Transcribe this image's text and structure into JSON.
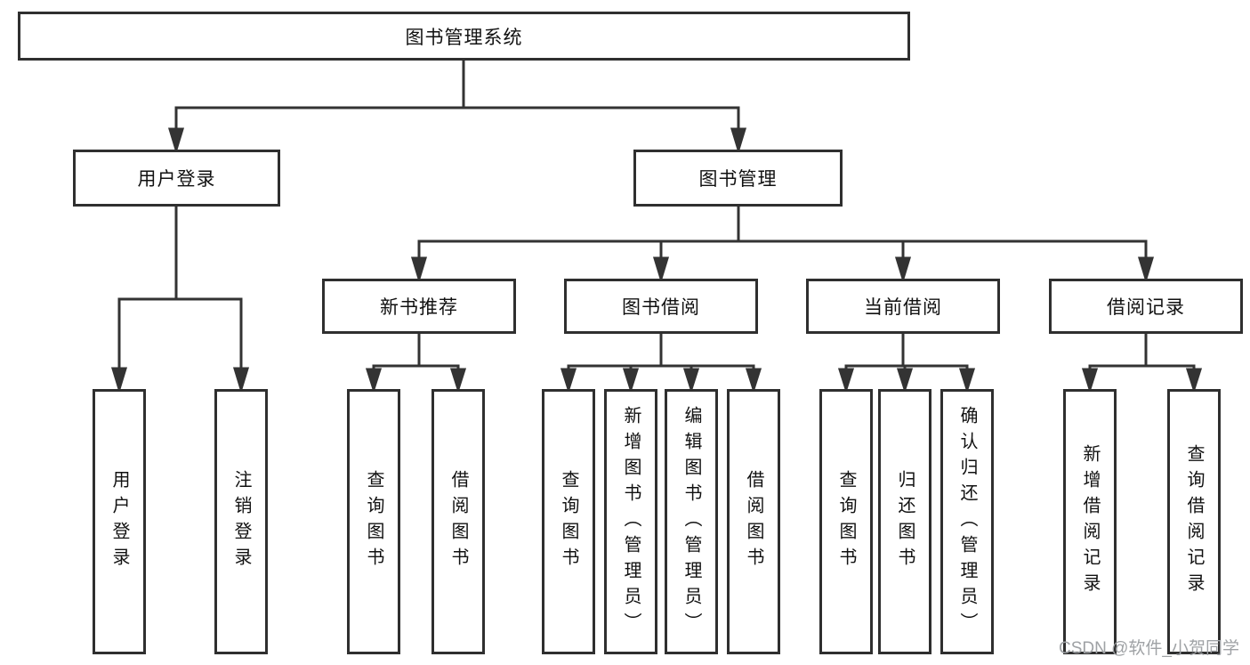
{
  "diagram": {
    "root_label": "图书管理系统",
    "nodes": {
      "user_login": "用户登录",
      "book_management": "图书管理",
      "new_book_recommendation": "新书推荐",
      "book_borrowing": "图书借阅",
      "current_borrowing": "当前借阅",
      "borrowing_records": "借阅记录"
    },
    "leaves": {
      "user_login_action": "用户登录",
      "logout_action": "注销登录",
      "recommend_query_books": "查询图书",
      "recommend_borrow_books": "借阅图书",
      "borrowing_query_books": "查询图书",
      "borrowing_add_books_admin": "新增图书（管理员）",
      "borrowing_edit_books_admin": "编辑图书（管理员）",
      "borrowing_borrow_books": "借阅图书",
      "current_query_books": "查询图书",
      "current_return_books": "归还图书",
      "current_confirm_return_admin": "确认归还（管理员）",
      "records_add_record": "新增借阅记录",
      "records_query_record": "查询借阅记录"
    }
  },
  "watermark": {
    "text": "CSDN @软件_小贺同学"
  },
  "colors": {
    "line": "#333333",
    "box_border": "#2f2f2f",
    "text": "#111111",
    "watermark": "#9fa2a5",
    "background": "#ffffff"
  }
}
